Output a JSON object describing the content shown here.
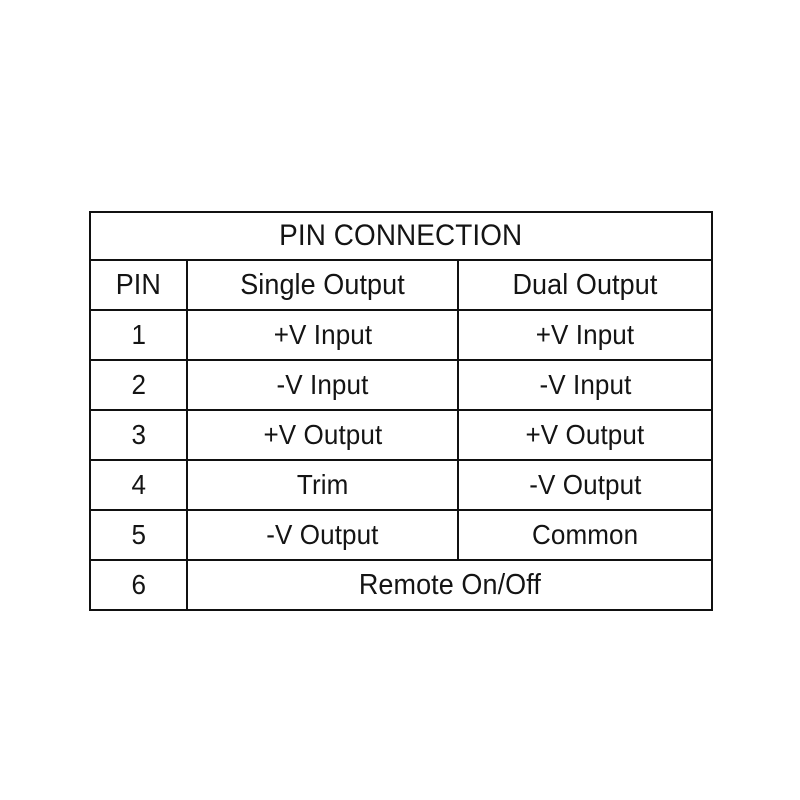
{
  "table": {
    "title": "PIN CONNECTION",
    "columns": [
      "PIN",
      "Single Output",
      "Dual Output"
    ],
    "rows": [
      {
        "pin": "1",
        "single": "+V Input",
        "dual": "+V Input"
      },
      {
        "pin": "2",
        "single": "-V Input",
        "dual": "-V Input"
      },
      {
        "pin": "3",
        "single": "+V Output",
        "dual": "+V Output"
      },
      {
        "pin": "4",
        "single": "Trim",
        "dual": "-V Output"
      },
      {
        "pin": "5",
        "single": "-V Output",
        "dual": "Common"
      }
    ],
    "spanning_row": {
      "pin": "6",
      "label": "Remote On/Off"
    },
    "colors": {
      "border": "#111111",
      "text": "#141414",
      "background": "#ffffff"
    }
  }
}
